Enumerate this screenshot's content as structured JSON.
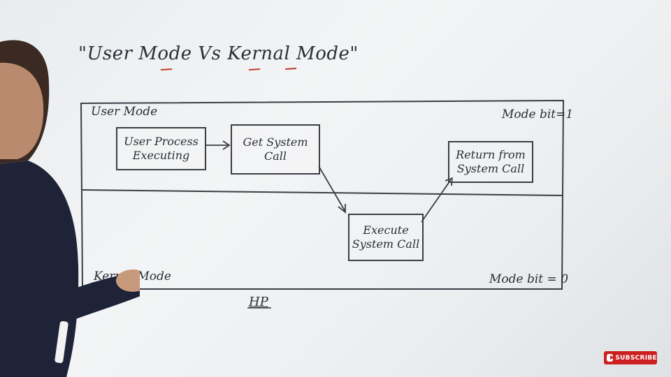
{
  "diagram": {
    "title": "\"User Mode Vs Kernal Mode\"",
    "user_mode_label": "User Mode",
    "kernel_mode_label": "Kernal Mode",
    "user_mode_bit": "Mode bit=1",
    "kernel_mode_bit": "Mode bit = 0",
    "boxes": {
      "user_process": [
        "User Process",
        "Executing"
      ],
      "get_system_call": [
        "Get System",
        "Call"
      ],
      "execute_system_call": [
        "Execute",
        "System Call"
      ],
      "return_from_system_call": [
        "Return from",
        "System Call"
      ]
    },
    "signature": "HP"
  },
  "overlay": {
    "subscribe_label": "SUBSCRIBE"
  },
  "colors": {
    "ink": "#2b2f36",
    "underline_accent": "#c0392b",
    "subscribe_bg": "#cc1f1f"
  }
}
